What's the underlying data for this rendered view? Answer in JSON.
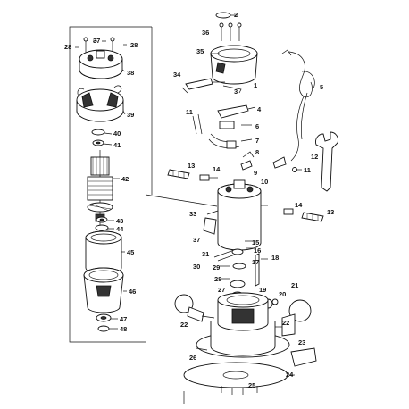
{
  "diagram": {
    "labels": [
      {
        "id": "2",
        "text": "2"
      },
      {
        "id": "36",
        "text": "36"
      },
      {
        "id": "35",
        "text": "35"
      },
      {
        "id": "34",
        "text": "34"
      },
      {
        "id": "3",
        "text": "3"
      },
      {
        "id": "1",
        "text": "1"
      },
      {
        "id": "5",
        "text": "5"
      },
      {
        "id": "11a",
        "text": "11"
      },
      {
        "id": "4",
        "text": "4"
      },
      {
        "id": "6",
        "text": "6"
      },
      {
        "id": "7",
        "text": "7"
      },
      {
        "id": "8",
        "text": "8"
      },
      {
        "id": "9",
        "text": "9"
      },
      {
        "id": "10",
        "text": "10"
      },
      {
        "id": "11b",
        "text": "11"
      },
      {
        "id": "12",
        "text": "12"
      },
      {
        "id": "13a",
        "text": "13"
      },
      {
        "id": "14a",
        "text": "14"
      },
      {
        "id": "14b",
        "text": "14"
      },
      {
        "id": "13b",
        "text": "13"
      },
      {
        "id": "33",
        "text": "33"
      },
      {
        "id": "37b",
        "text": "37"
      },
      {
        "id": "31",
        "text": "31"
      },
      {
        "id": "15",
        "text": "15"
      },
      {
        "id": "16",
        "text": "16"
      },
      {
        "id": "17",
        "text": "17"
      },
      {
        "id": "18",
        "text": "18"
      },
      {
        "id": "30",
        "text": "30"
      },
      {
        "id": "29",
        "text": "29"
      },
      {
        "id": "28b",
        "text": "28"
      },
      {
        "id": "27",
        "text": "27"
      },
      {
        "id": "19",
        "text": "19"
      },
      {
        "id": "20",
        "text": "20"
      },
      {
        "id": "21",
        "text": "21"
      },
      {
        "id": "22a",
        "text": "22"
      },
      {
        "id": "22b",
        "text": "22"
      },
      {
        "id": "23",
        "text": "23"
      },
      {
        "id": "26",
        "text": "26"
      },
      {
        "id": "24",
        "text": "24"
      },
      {
        "id": "25",
        "text": "25"
      },
      {
        "id": "28l",
        "text": "28"
      },
      {
        "id": "37l",
        "text": "37"
      },
      {
        "id": "28r",
        "text": "28"
      },
      {
        "id": "38",
        "text": "38"
      },
      {
        "id": "39",
        "text": "39"
      },
      {
        "id": "40",
        "text": "40"
      },
      {
        "id": "41",
        "text": "41"
      },
      {
        "id": "42",
        "text": "42"
      },
      {
        "id": "43",
        "text": "43"
      },
      {
        "id": "44",
        "text": "44"
      },
      {
        "id": "45",
        "text": "45"
      },
      {
        "id": "46",
        "text": "46"
      },
      {
        "id": "47",
        "text": "47"
      },
      {
        "id": "48",
        "text": "48"
      }
    ]
  }
}
